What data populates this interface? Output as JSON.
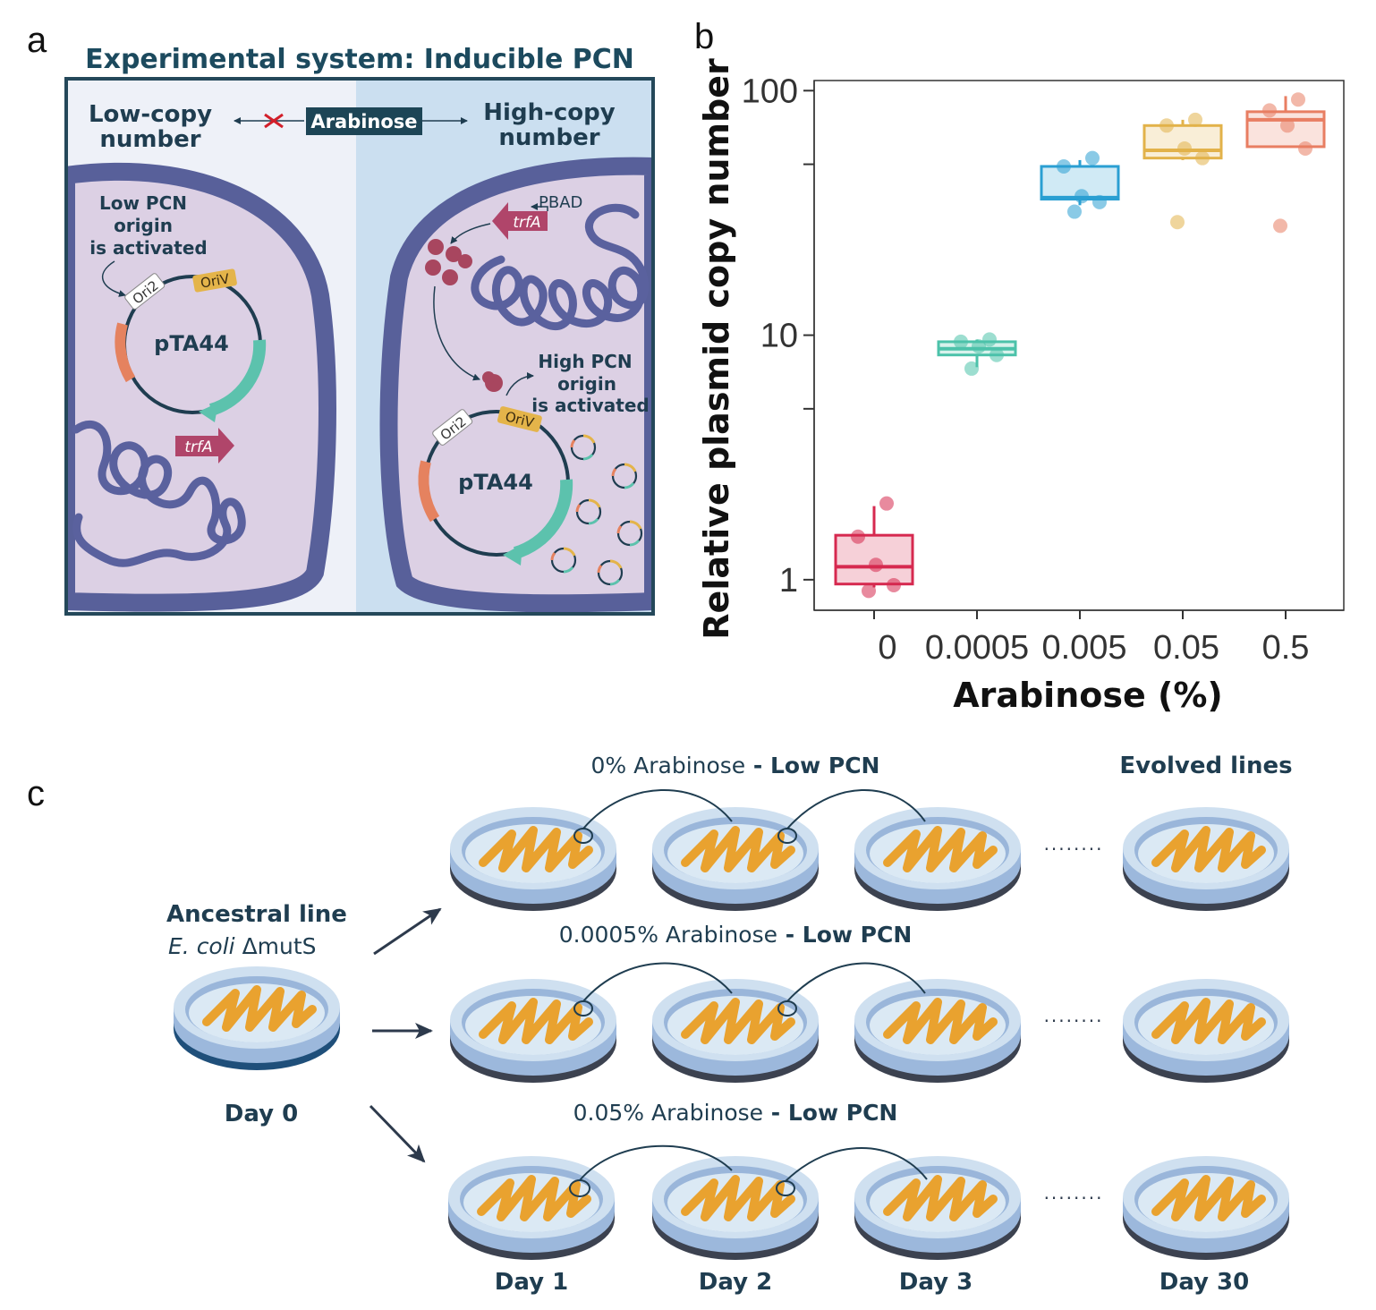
{
  "panel_labels": {
    "a": "a",
    "b": "b",
    "c": "c"
  },
  "panel_a": {
    "title": "Experimental system: Inducible PCN",
    "left_header": [
      "Low-copy",
      "number"
    ],
    "right_header": [
      "High-copy",
      "number"
    ],
    "inducer": "Arabinose",
    "left_note": [
      "Low PCN",
      "origin",
      "is activated"
    ],
    "right_note": [
      "High PCN",
      "origin",
      "is activated"
    ],
    "plasmid": "pTA44",
    "ori2": "Ori2",
    "oriv": "OriV",
    "gene": "trfA",
    "promoter": "PBAD"
  },
  "chart_data": {
    "type": "box",
    "title": "",
    "xlabel": "Arabinose (%)",
    "ylabel": "Relative plasmid copy number",
    "yscale": "log",
    "ylim": [
      0.75,
      110
    ],
    "yticks": [
      1,
      10,
      100
    ],
    "ytick_labels": [
      "1",
      "10",
      "100"
    ],
    "categories": [
      "0",
      "0.0005",
      "0.005",
      "0.05",
      "0.5"
    ],
    "colors": [
      "#d6294f",
      "#4cc2aa",
      "#2a9fd2",
      "#e2b24a",
      "#e87e62"
    ],
    "series": [
      {
        "category": "0",
        "min": 0.93,
        "q1": 0.96,
        "median": 1.13,
        "q3": 1.52,
        "max": 2.0,
        "points": [
          0.9,
          0.95,
          1.15,
          1.5,
          2.05
        ]
      },
      {
        "category": "0.0005",
        "min": 7.4,
        "q1": 8.3,
        "median": 8.8,
        "q3": 9.4,
        "max": 9.6,
        "points": [
          7.3,
          8.3,
          9.0,
          9.4,
          9.6
        ]
      },
      {
        "category": "0.005",
        "min": 34,
        "q1": 36,
        "median": 36.5,
        "q3": 49,
        "max": 52,
        "points": [
          32,
          35,
          37,
          49,
          53
        ]
      },
      {
        "category": "0.05",
        "min": 52,
        "q1": 53,
        "median": 57,
        "q3": 72,
        "max": 76,
        "points": [
          29,
          53,
          58,
          72,
          76
        ]
      },
      {
        "category": "0.5",
        "min": 59,
        "q1": 59,
        "median": 76,
        "q3": 82,
        "max": 95,
        "points": [
          28,
          58,
          72,
          83,
          92
        ]
      }
    ]
  },
  "panel_c": {
    "ancestral_title": "Ancestral line",
    "ancestral_species": "E. coli",
    "ancestral_genotype": " ΔmutS",
    "day0": "Day 0",
    "evolved": "Evolved lines",
    "rows": [
      {
        "arabinose": "0% Arabinose",
        "pcn": " - Low PCN"
      },
      {
        "arabinose": "0.0005% Arabinose",
        "pcn": " - Low PCN"
      },
      {
        "arabinose": "0.05% Arabinose",
        "pcn": " - Low PCN"
      }
    ],
    "days": [
      "Day 1",
      "Day 2",
      "Day 3",
      "Day 30"
    ],
    "ellipsis": "........"
  }
}
